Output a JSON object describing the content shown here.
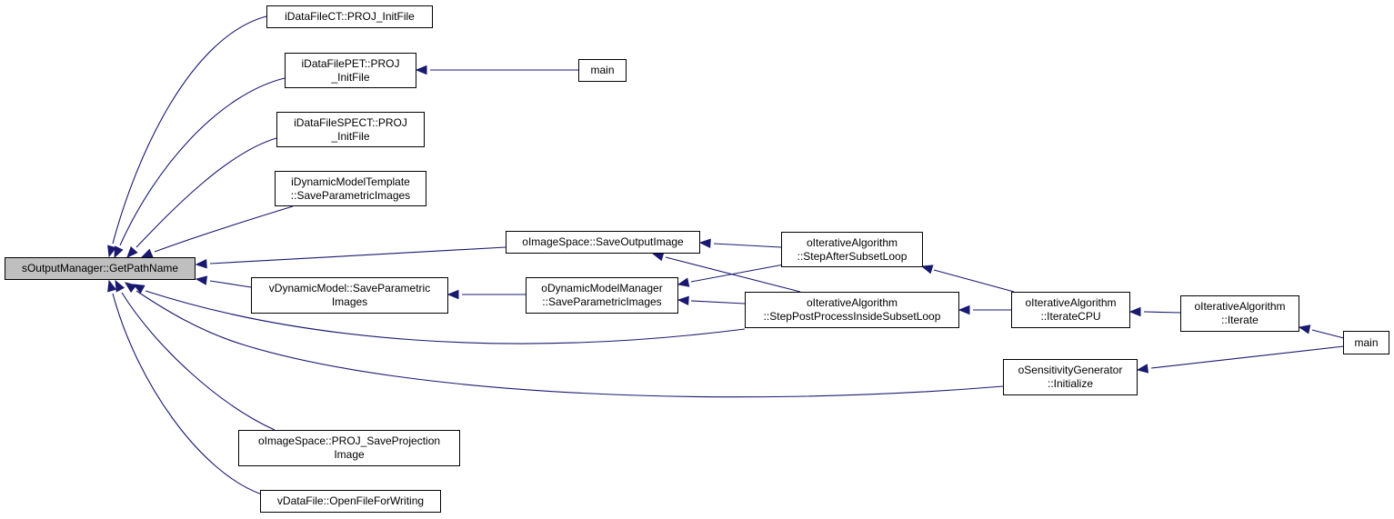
{
  "diagram": {
    "edge_color": "#191970",
    "nodes": [
      {
        "id": "n0",
        "lines": [
          "sOutputManager::GetPathName"
        ],
        "focus": true
      },
      {
        "id": "n1",
        "lines": [
          "iDataFileCT::PROJ_InitFile"
        ]
      },
      {
        "id": "n2",
        "lines": [
          "iDataFilePET::PROJ",
          "_InitFile"
        ]
      },
      {
        "id": "n3",
        "lines": [
          "main"
        ]
      },
      {
        "id": "n4",
        "lines": [
          "iDataFileSPECT::PROJ",
          "_InitFile"
        ]
      },
      {
        "id": "n5",
        "lines": [
          "iDynamicModelTemplate",
          "::SaveParametricImages"
        ]
      },
      {
        "id": "n6",
        "lines": [
          "oImageSpace::SaveOutputImage"
        ]
      },
      {
        "id": "n7",
        "lines": [
          "oIterativeAlgorithm",
          "::StepAfterSubsetLoop"
        ]
      },
      {
        "id": "n8",
        "lines": [
          "vDynamicModel::SaveParametric",
          "Images"
        ]
      },
      {
        "id": "n9",
        "lines": [
          "oDynamicModelManager",
          "::SaveParametricImages"
        ]
      },
      {
        "id": "n10",
        "lines": [
          "oIterativeAlgorithm",
          "::StepPostProcessInsideSubsetLoop"
        ]
      },
      {
        "id": "n11",
        "lines": [
          "oIterativeAlgorithm",
          "::IterateCPU"
        ]
      },
      {
        "id": "n12",
        "lines": [
          "oIterativeAlgorithm",
          "::Iterate"
        ]
      },
      {
        "id": "n13",
        "lines": [
          "main"
        ]
      },
      {
        "id": "n14",
        "lines": [
          "oSensitivityGenerator",
          "::Initialize"
        ]
      },
      {
        "id": "n15",
        "lines": [
          "oImageSpace::PROJ_SaveProjection",
          "Image"
        ]
      },
      {
        "id": "n16",
        "lines": [
          "vDataFile::OpenFileForWriting"
        ]
      }
    ]
  }
}
